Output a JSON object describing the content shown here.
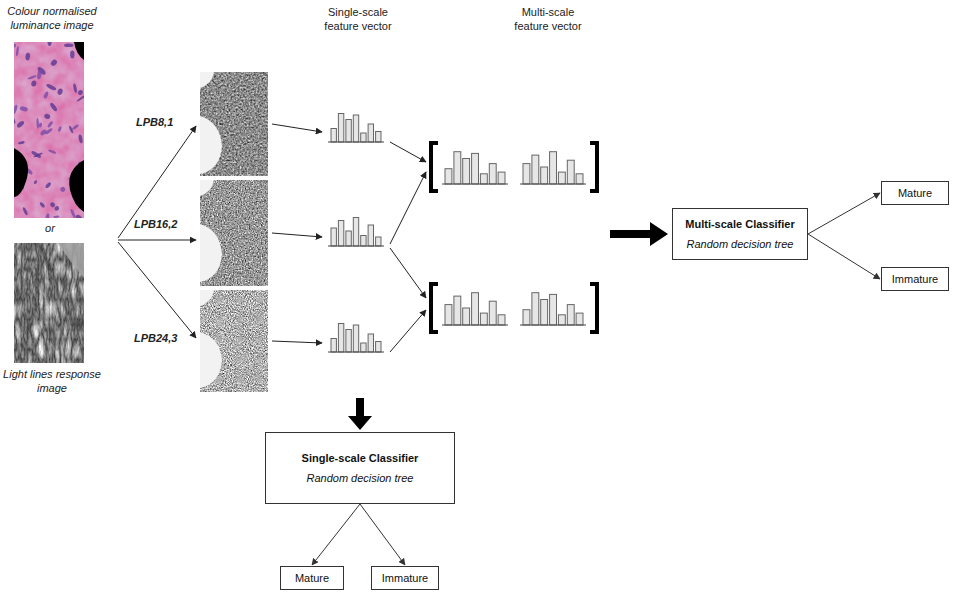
{
  "diagram": {
    "nodes": [
      {
        "text": [
          "Multi-scale Classifier",
          "Random decision tree"
        ]
      },
      {
        "text": [
          "Mature"
        ]
      },
      {
        "text": [
          "Immature"
        ]
      },
      {
        "text": [
          "Single-scale Classifier",
          "Random decision tree"
        ]
      },
      {
        "text": [
          "Mature"
        ]
      },
      {
        "text": [
          "Immature"
        ]
      }
    ],
    "edges": [
      {
        "from": 0,
        "to": 1,
        "arrow": "to"
      },
      {
        "from": 0,
        "to": 2,
        "arrow": "to"
      },
      {
        "from": 3,
        "to": 4,
        "arrow": "to"
      },
      {
        "from": 3,
        "to": 5,
        "arrow": "to"
      }
    ],
    "labels": [
      "Colour normalised luminance image",
      "or",
      "Light lines response image",
      "LPB8,1",
      "LPB16,2",
      "LPB24,3",
      "Single-scale feature vector",
      "Multi-scale feature vector"
    ]
  }
}
